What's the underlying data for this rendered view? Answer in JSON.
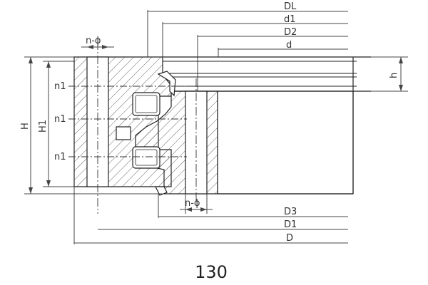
{
  "labels": {
    "DL": "DL",
    "d1": "d1",
    "D2": "D2",
    "d": "d",
    "n_phi_top": "n-ϕ",
    "n_phi_bottom": "n-ϕ",
    "n1_a": "n1",
    "n1_b": "n1",
    "n1_c": "n1",
    "H": "H",
    "H1": "H1",
    "h": "h",
    "D3": "D3",
    "D1": "D1",
    "D": "D"
  },
  "caption": "130"
}
